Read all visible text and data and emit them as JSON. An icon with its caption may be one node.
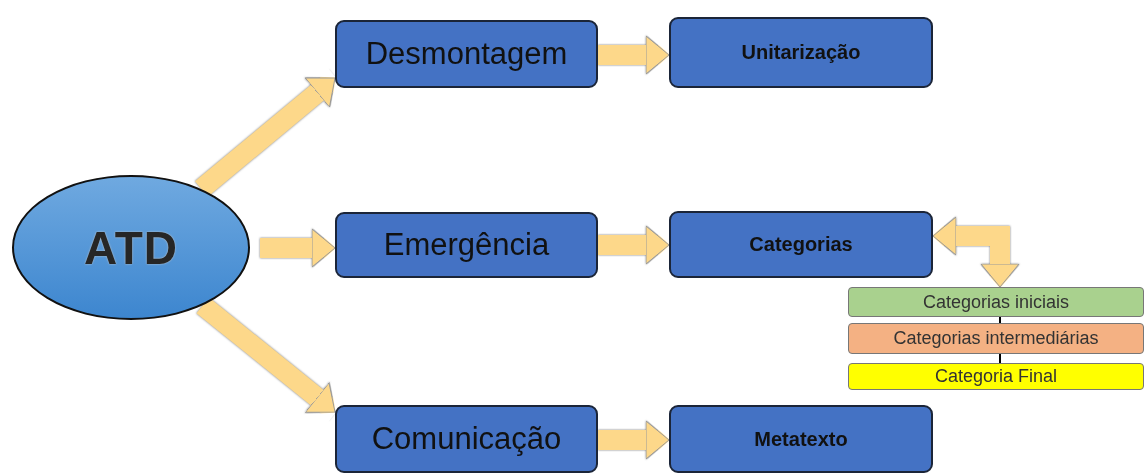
{
  "diagram": {
    "nodes": [
      {
        "text": [
          "ATD"
        ]
      },
      {
        "text": [
          "Desmontagem"
        ]
      },
      {
        "text": [
          "Unitarização"
        ]
      },
      {
        "text": [
          "Emergência"
        ]
      },
      {
        "text": [
          "Categorias"
        ]
      },
      {
        "text": [
          "Comunicação"
        ]
      },
      {
        "text": [
          "Metatexto"
        ]
      },
      {
        "text": [
          "Categorias iniciais"
        ]
      },
      {
        "text": [
          "Categorias intermediárias"
        ]
      },
      {
        "text": [
          "Categoria Final"
        ]
      }
    ],
    "edges": [
      {
        "from": 0,
        "to": 1,
        "arrow": "to"
      },
      {
        "from": 1,
        "to": 2,
        "arrow": "to"
      },
      {
        "from": 0,
        "to": 3,
        "arrow": "to"
      },
      {
        "from": 3,
        "to": 4,
        "arrow": "to"
      },
      {
        "from": 0,
        "to": 5,
        "arrow": "to"
      },
      {
        "from": 5,
        "to": 6,
        "arrow": "to"
      },
      {
        "from": 4,
        "to": 7,
        "arrow": "both"
      },
      {
        "from": 7,
        "to": 8,
        "arrow": "none",
        "color": "#000000"
      },
      {
        "from": 8,
        "to": 9,
        "arrow": "none",
        "color": "#000000"
      }
    ]
  }
}
